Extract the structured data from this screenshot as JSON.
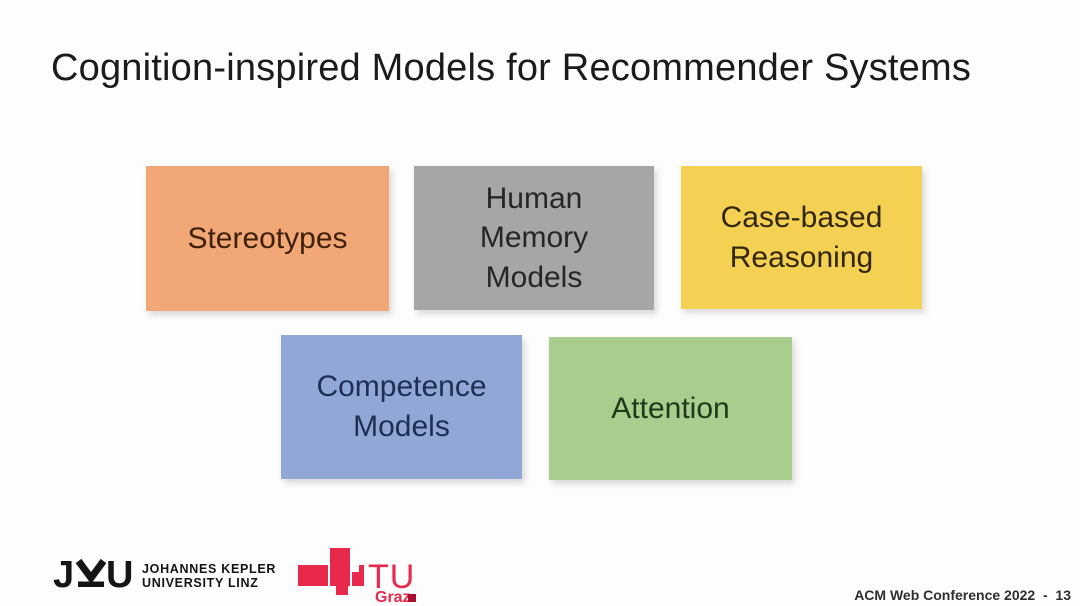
{
  "slide": {
    "title": "Cognition-inspired Models for Recommender Systems",
    "footer": "ACM Web Conference 2022  -  13",
    "background": "#fdfdfd"
  },
  "boxes": [
    {
      "id": "stereotypes",
      "label": "Stereotypes",
      "fill": "#F2A876",
      "text_color": "#3F2008"
    },
    {
      "id": "human-memory",
      "label": "Human\nMemory\nModels",
      "fill": "#A6A6A6",
      "text_color": "#262626"
    },
    {
      "id": "case-based",
      "label": "Case-based\nReasoning",
      "fill": "#F4D053",
      "text_color": "#33270A"
    },
    {
      "id": "competence",
      "label": "Competence\nModels",
      "fill": "#91A8D6",
      "text_color": "#1F2E52"
    },
    {
      "id": "attention",
      "label": "Attention",
      "fill": "#A8CD8D",
      "text_color": "#20391B"
    }
  ],
  "logos": {
    "jku": {
      "letter_j": "J",
      "letter_u": "U",
      "line1": "JOHANNES KEPLER",
      "line2": "UNIVERSITY LINZ",
      "color": "#151515"
    },
    "tugraz": {
      "tu": "TU",
      "city": "Graz",
      "red": "#E8294C",
      "square": "#AD0C33"
    }
  }
}
